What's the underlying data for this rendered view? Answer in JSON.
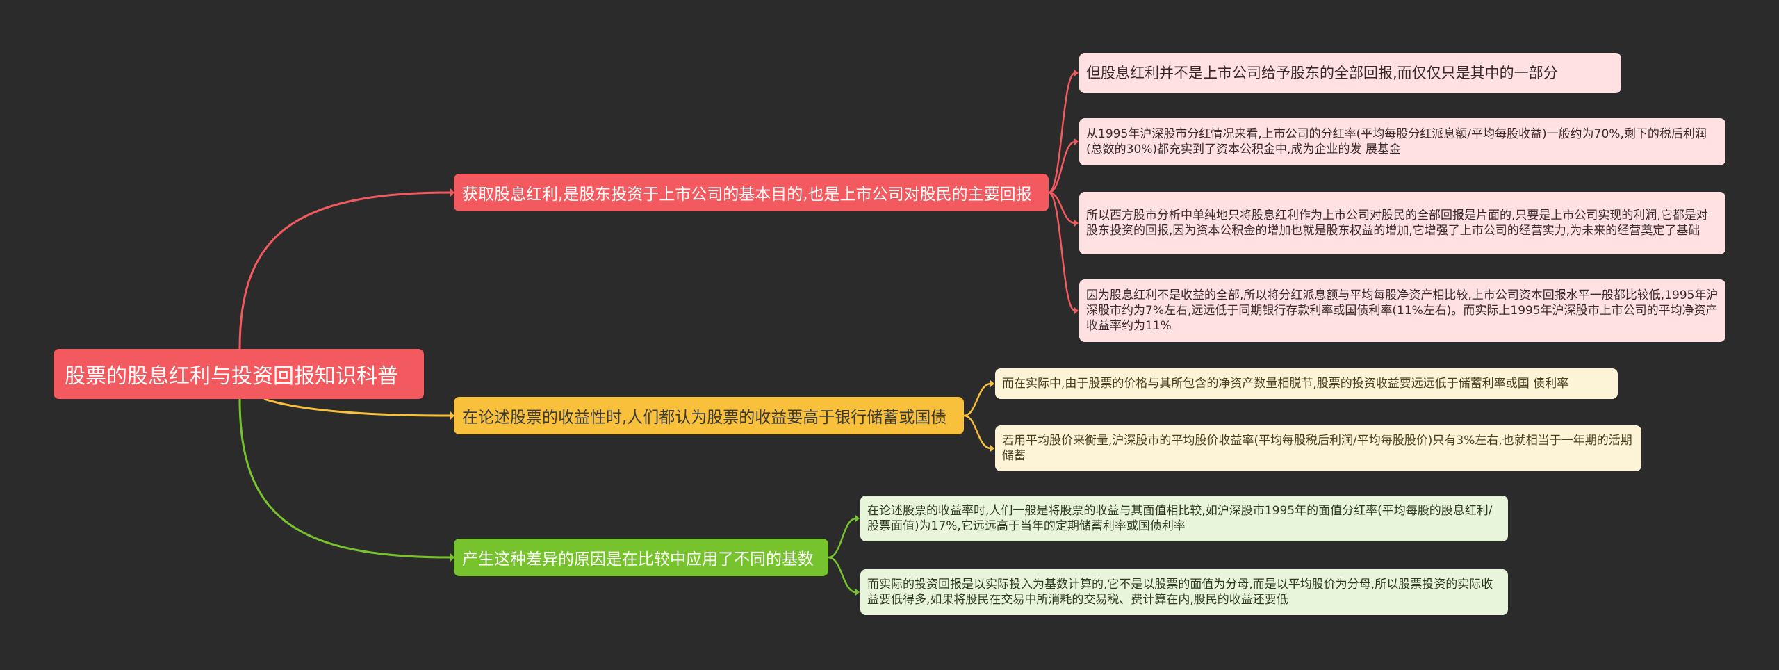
{
  "root": {
    "label": "股票的股息红利与投资回报知识科普"
  },
  "colors": {
    "background": "#2b2b2b",
    "red": "#f25a5f",
    "yellow": "#f9c13b",
    "green": "#77c32d",
    "red_leaf": "#ffe1e2",
    "yellow_leaf": "#fdf4d8",
    "green_leaf": "#e9f5da"
  },
  "branches": [
    {
      "label": "获取股息红利,是股东投资于上市公司的基本目的,也是上市公司对股民的主要回报",
      "color": "red",
      "children": [
        "但股息红利并不是上市公司给予股东的全部回报,而仅仅只是其中的一部分",
        "从1995年沪深股市分红情况来看,上市公司的分红率(平均每股分红派息额/平均每股收益)一般约为70%,剩下的税后利润(总数的30%)都充实到了资本公积金中,成为企业的发 展基金",
        "所以西方股市分析中单纯地只将股息红利作为上市公司对股民的全部回报是片面的,只要是上市公司实现的利润,它都是对股东投资的回报,因为资本公积金的增加也就是股东权益的增加,它增强了上市公司的经营实力,为未来的经营奠定了基础",
        "因为股息红利不是收益的全部,所以将分红派息额与平均每股净资产相比较,上市公司资本回报水平一般都比较低,1995年沪深股市约为7%左右,远远低于同期银行存款利率或国债利率(11%左右)。而实际上1995年沪深股市上市公司的平均净资产收益率约为11%"
      ]
    },
    {
      "label": "在论述股票的收益性时,人们都认为股票的收益要高于银行储蓄或国债",
      "color": "yellow",
      "children": [
        "而在实际中,由于股票的价格与其所包含的净资产数量相脱节,股票的投资收益要远远低于储蓄利率或国  债利率",
        "若用平均股价来衡量,沪深股市的平均股价收益率(平均每股税后利润/平均每股股价)只有3%左右,也就相当于一年期的活期储蓄"
      ]
    },
    {
      "label": "产生这种差异的原因是在比较中应用了不同的基数",
      "color": "green",
      "children": [
        "在论述股票的收益率时,人们一般是将股票的收益与其面值相比较,如沪深股市1995年的面值分红率(平均每股的股息红利/股票面值)为17%,它远远高于当年的定期储蓄利率或国债利率",
        "而实际的投资回报是以实际投入为基数计算的,它不是以股票的面值为分母,而是以平均股价为分母,所以股票投资的实际收益要低得多,如果将股民在交易中所消耗的交易税、费计算在内,股民的收益还要低"
      ]
    }
  ]
}
